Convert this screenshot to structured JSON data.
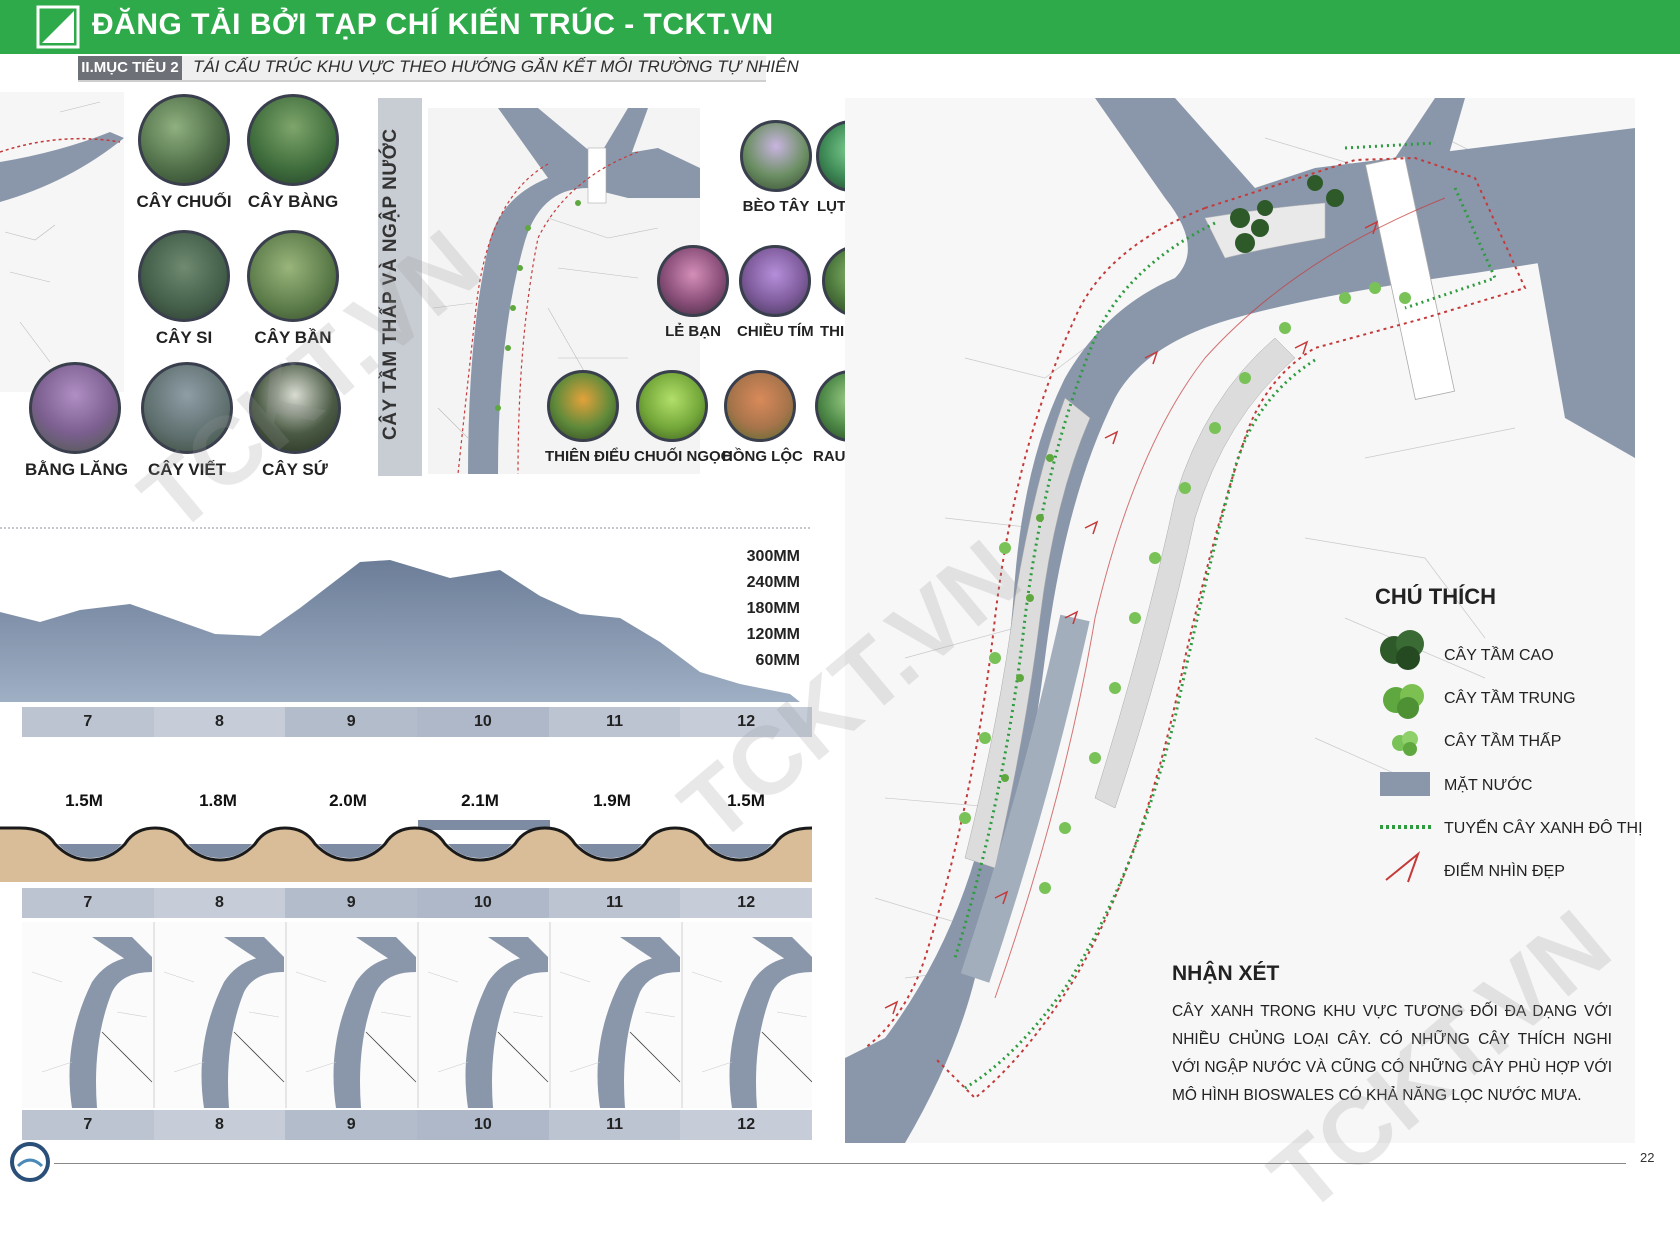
{
  "header": {
    "title": "ĐĂNG TẢI BỞI TẠP CHÍ KIẾN TRÚC - TCKT.VN",
    "color": "#2faa4a"
  },
  "subheader": {
    "tag": "II.MỤC TIÊU 2",
    "text": "TÁI CẤU TRÚC KHU VỰC THEO HƯỚNG GẮN KẾT MÔI TRƯỜNG TỰ NHIÊN"
  },
  "tall_trees": [
    {
      "name": "CÂY CHUỐI",
      "color": "#4b6a45"
    },
    {
      "name": "CÂY BÀNG",
      "color": "#3f6d3c"
    },
    {
      "name": "CÂY SI",
      "color": "#445f4a"
    },
    {
      "name": "CÂY BẦN",
      "color": "#5a7a48"
    },
    {
      "name": "BẰNG LĂNG",
      "color": "#7b5f8f"
    },
    {
      "name": "CÂY VIẾT",
      "color": "#5e6f6e"
    },
    {
      "name": "CÂY SỨ",
      "color": "#4a5a44"
    }
  ],
  "low_plants_title": "CÂY TẦM THẤP VÀ NGẬP NƯỚC",
  "low_plants": [
    {
      "name": "BÈO TÂY",
      "color": "#6c8f64"
    },
    {
      "name": "LỤT BÌNH",
      "color": "#3f8b57"
    },
    {
      "name": "LẺ BẠN",
      "color": "#8a4f7a"
    },
    {
      "name": "CHIỀU TÍM",
      "color": "#7f5c9c"
    },
    {
      "name": "THIÊN TUẾ",
      "color": "#4e7a3e"
    },
    {
      "name": "THIÊN ĐIỂU",
      "color": "#5f8a3a"
    },
    {
      "name": "CHUỐI NGỌC",
      "color": "#74a83a"
    },
    {
      "name": "HỒNG LỘC",
      "color": "#a8744b"
    },
    {
      "name": "RAU MUỐNG",
      "color": "#4f8a48"
    }
  ],
  "rainfall": {
    "scale_labels": [
      "300MM",
      "240MM",
      "180MM",
      "120MM",
      "60MM"
    ]
  },
  "months": [
    "7",
    "8",
    "9",
    "10",
    "11",
    "12"
  ],
  "water_levels": [
    "1.5M",
    "1.8M",
    "2.0M",
    "2.1M",
    "1.9M",
    "1.5M"
  ],
  "legend": {
    "title": "CHÚ THÍCH",
    "items": [
      {
        "label": "CÂY TẦM CAO",
        "icon": "tall-tree-icon",
        "color": "#2e5a2a"
      },
      {
        "label": "CÂY TẦM TRUNG",
        "icon": "medium-tree-icon",
        "color": "#5fa83f"
      },
      {
        "label": "CÂY TẦM THẤP",
        "icon": "low-tree-icon",
        "color": "#79c257"
      },
      {
        "label": "MẶT NƯỚC",
        "icon": "water-swatch",
        "color": "#8a97aa"
      },
      {
        "label": "TUYẾN CÂY XANH ĐÔ THỊ",
        "icon": "green-dotted-line",
        "color": "#2e9b3e"
      },
      {
        "label": "ĐIỂM NHÌN ĐẸP",
        "icon": "viewpoint-icon",
        "color": "#c43a3a"
      }
    ]
  },
  "remarks": {
    "title": "NHẬN XÉT",
    "body": "CÂY XANH TRONG KHU VỰC TƯƠNG ĐỐI ĐA DẠNG VỚI NHIỀU CHỦNG LOẠI CÂY. CÓ NHỮNG CÂY THÍCH NGHI VỚI NGẬP NƯỚC VÀ CŨNG CÓ NHỮNG CÂY PHÙ HỢP VỚI MÔ HÌNH BIOSWALES CÓ KHẢ NĂNG LỌC NƯỚC MƯA."
  },
  "watermark": "TCKT.VN",
  "page_number": "22"
}
